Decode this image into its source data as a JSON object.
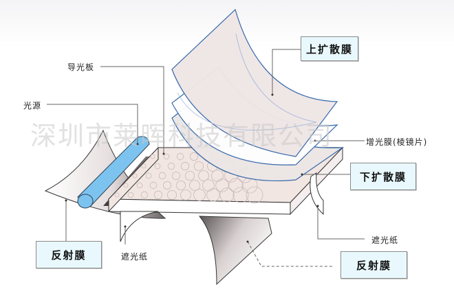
{
  "diagram": {
    "labels": {
      "light_guide_plate": "导光板",
      "light_source": "光源",
      "upper_diffuser": "上扩散膜",
      "prism_film": "增光膜(棱镜片)",
      "lower_diffuser": "下扩散膜",
      "shading_paper_right": "遮光纸",
      "shading_paper_left": "遮光纸",
      "reflector_left": "反射膜",
      "reflector_bottom": "反射膜"
    },
    "watermark": "深圳市莱晖科技有限公司",
    "colors": {
      "film_edge": "#2a62a8",
      "film_fill": "#efe6e6",
      "lamp": "#7cc3ef",
      "box_fill": "#e9f8fd",
      "leader_line": "#666666"
    }
  }
}
